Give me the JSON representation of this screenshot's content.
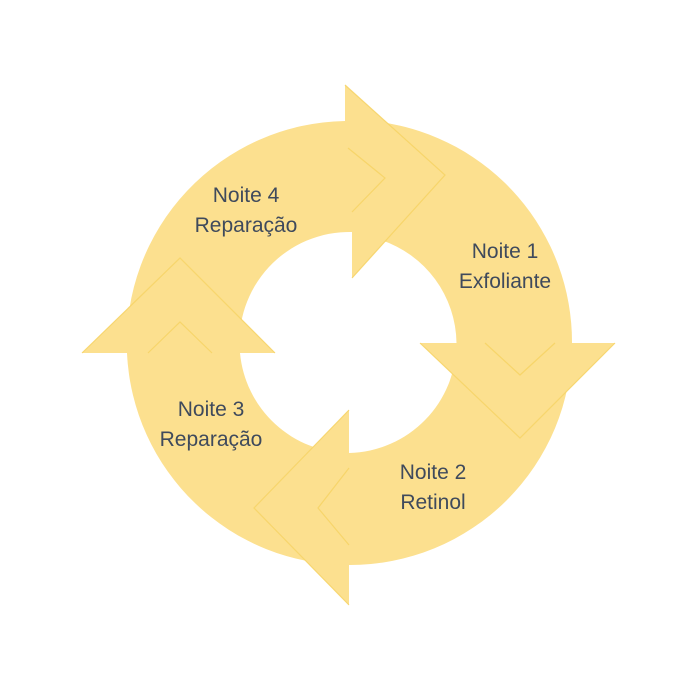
{
  "diagram": {
    "steps": [
      {
        "name": "Noite 1",
        "detail": "Exfoliante"
      },
      {
        "name": "Noite 2",
        "detail": "Retinol"
      },
      {
        "name": "Noite 3",
        "detail": "Reparação"
      },
      {
        "name": "Noite 4",
        "detail": "Reparação"
      }
    ],
    "fill_color": "#fce08f",
    "edge_color": "#f6d264",
    "text_color": "#3f4a5c"
  }
}
